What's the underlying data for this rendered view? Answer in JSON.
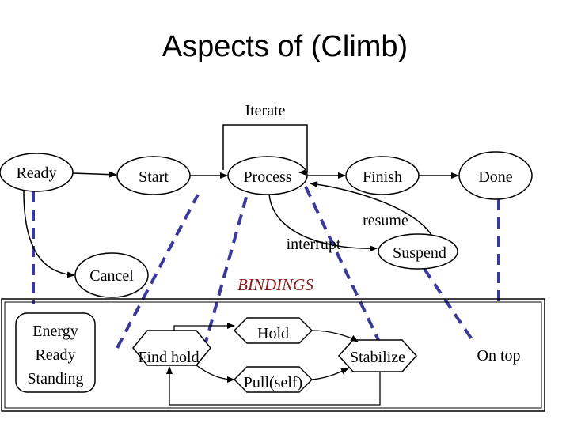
{
  "title": "Aspects of (Climb)",
  "states": {
    "ready": "Ready",
    "start": "Start",
    "process": "Process",
    "finish": "Finish",
    "done": "Done",
    "cancel": "Cancel",
    "suspend": "Suspend"
  },
  "transitions": {
    "iterate": "Iterate",
    "resume": "resume",
    "interrupt": "interrupt"
  },
  "bindings_label": "BINDINGS",
  "bindings": {
    "energy": [
      "Energy",
      "Ready",
      "Standing"
    ],
    "find_hold": "Find hold",
    "hold": "Hold",
    "pull_self": "Pull(self)",
    "stabilize": "Stabilize",
    "on_top": "On top"
  },
  "colors": {
    "ink": "#000000",
    "binding_dash": "#3a3a9a",
    "bindings_label": "#8b1a1a"
  }
}
